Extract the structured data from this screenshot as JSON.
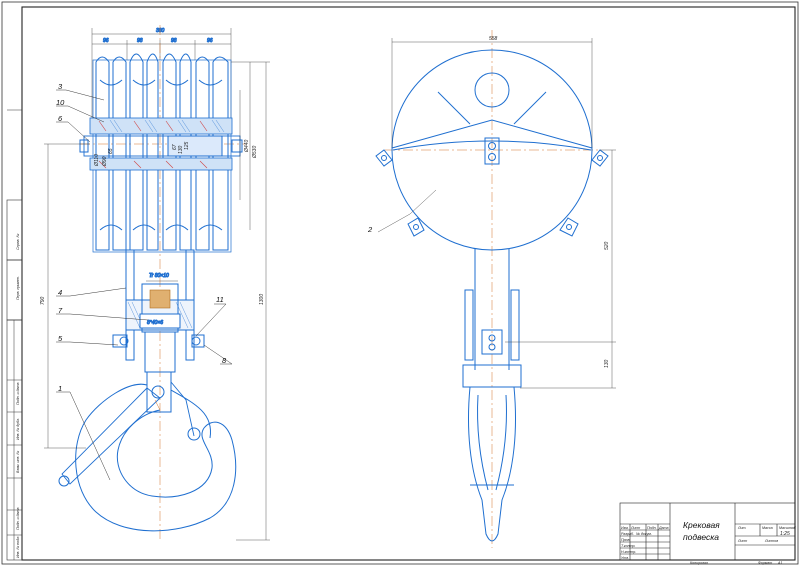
{
  "drawing": {
    "title_line1": "Крековая",
    "title_line2": "подвеска",
    "scale": "1:25",
    "sheet": "Лист",
    "sheets": "Листов",
    "format": "Формат",
    "format_value": "А1",
    "copied": "Копировал",
    "lit": "Лит.",
    "mass": "Масса",
    "scale_label": "Масштаб"
  },
  "title_block": {
    "rows": [
      "Изм.",
      "Лист",
      "№ докум.",
      "Подп.",
      "Дата"
    ],
    "roles": [
      "Разраб.",
      "Пров.",
      "Т.контр.",
      "",
      "Н.контр.",
      "Утв."
    ]
  },
  "side_strip": [
    "Перв. примен.",
    "Справ. №",
    "Подп. и дата",
    "Инв. № дубл.",
    "Взам. инв. №",
    "Подп. и дата",
    "Инв. № подл."
  ],
  "dimensions": {
    "overall_width_left": "380",
    "w1": "96",
    "w2": "98",
    "w3": "98",
    "w4": "96",
    "overall_width_right": "558",
    "height_total": "1300",
    "height_lower": "790",
    "height_right_520": "520",
    "height_right_130": "130",
    "dia_1": "Ø440",
    "dia_2": "Ø530",
    "dia_3": "Ø110",
    "dia_4": "Ø90",
    "thread": "Tr 80×10",
    "bearing": "8°40×6",
    "small_a": "65",
    "small_b": "67",
    "small_c": "130",
    "small_d": "125"
  },
  "callouts": [
    "1",
    "2",
    "3",
    "4",
    "5",
    "6",
    "7",
    "8",
    "10",
    "11"
  ]
}
